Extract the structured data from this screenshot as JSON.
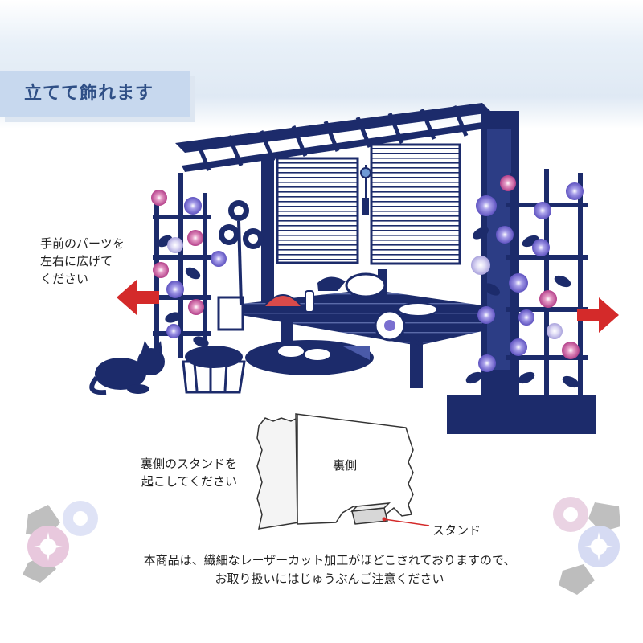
{
  "heading": "立てて飾れます",
  "instructions": {
    "spread": [
      "手前のパーツを",
      "左右に広げて",
      "ください"
    ],
    "stand": [
      "裏側のスタンドを",
      "起こしてください"
    ]
  },
  "diagram": {
    "back_label": "裏側",
    "stand_label": "スタンド"
  },
  "notice": [
    "本商品は、繊細なレーザーカット加工がほどこされておりますので、",
    "お取り扱いにはじゅうぶんご注意ください"
  ],
  "colors": {
    "navy": "#1c2b6b",
    "heading_bg": "#c7d8ee",
    "heading_text": "#2f4f86",
    "arrow_red": "#d42a2a",
    "flower_pink": "#c6559a",
    "flower_violet": "#7a6fd0",
    "flower_light": "#c9c4ec"
  }
}
